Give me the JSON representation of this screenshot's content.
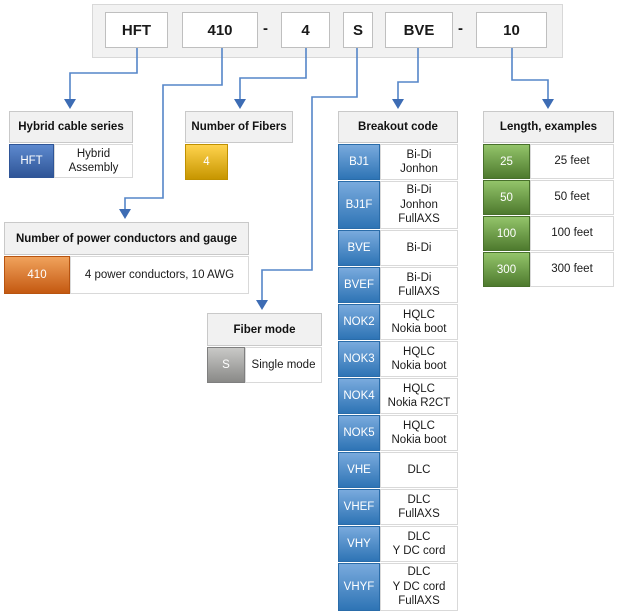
{
  "part_number": {
    "separator": "-",
    "segments": [
      "HFT",
      "410",
      "4",
      "S",
      "BVE",
      "10"
    ]
  },
  "sections": {
    "series": {
      "title": "Hybrid cable series",
      "rows": [
        {
          "code": "HFT",
          "desc": "Hybrid\nAssembly"
        }
      ]
    },
    "fibers": {
      "title": "Number of Fibers",
      "rows": [
        {
          "code": "4"
        }
      ]
    },
    "conductors": {
      "title": "Number of power conductors and gauge",
      "rows": [
        {
          "code": "410",
          "desc": "4 power conductors, 10 AWG"
        }
      ]
    },
    "fiber_mode": {
      "title": "Fiber mode",
      "rows": [
        {
          "code": "S",
          "desc": "Single mode"
        }
      ]
    },
    "breakout": {
      "title": "Breakout code",
      "rows": [
        {
          "code": "BJ1",
          "desc": "Bi-Di\nJonhon"
        },
        {
          "code": "BJ1F",
          "desc": "Bi-Di\nJonhon\nFullAXS"
        },
        {
          "code": "BVE",
          "desc": "Bi-Di"
        },
        {
          "code": "BVEF",
          "desc": "Bi-Di\nFullAXS"
        },
        {
          "code": "NOK2",
          "desc": "HQLC\nNokia boot"
        },
        {
          "code": "NOK3",
          "desc": "HQLC\nNokia boot"
        },
        {
          "code": "NOK4",
          "desc": "HQLC\nNokia R2CT"
        },
        {
          "code": "NOK5",
          "desc": "HQLC\nNokia boot"
        },
        {
          "code": "VHE",
          "desc": "DLC"
        },
        {
          "code": "VHEF",
          "desc": "DLC\nFullAXS"
        },
        {
          "code": "VHY",
          "desc": "DLC\nY DC cord"
        },
        {
          "code": "VHYF",
          "desc": "DLC\nY DC cord\nFullAXS"
        }
      ]
    },
    "length": {
      "title": "Length, examples",
      "rows": [
        {
          "code": "25",
          "desc": "25 feet"
        },
        {
          "code": "50",
          "desc": "50 feet"
        },
        {
          "code": "100",
          "desc": "100 feet"
        },
        {
          "code": "300",
          "desc": "300 feet"
        }
      ]
    }
  },
  "colors": {
    "connector": "#4472C4",
    "header_bg": "#F1F1F1",
    "series_code": "#2F5597",
    "fibers_code": "#FFC000",
    "conductors_code": "#C45911",
    "mode_code": "#8C8C8A",
    "breakout_code": "#2E74B5",
    "length_code": "#538135"
  }
}
